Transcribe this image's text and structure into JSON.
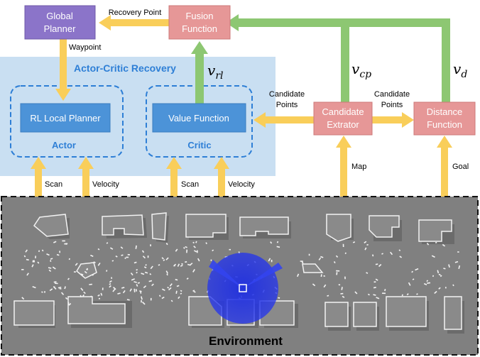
{
  "nodes": {
    "global_planner": {
      "line1": "Global",
      "line2": "Planner"
    },
    "fusion_function": {
      "line1": "Fusion",
      "line2": "Function"
    },
    "rl_local_planner": {
      "label": "RL Local Planner"
    },
    "value_function": {
      "label": "Value Function"
    },
    "candidate_extractor": {
      "line1": "Candidate",
      "line2": "Extrator"
    },
    "distance_function": {
      "line1": "Distance",
      "line2": "Function"
    }
  },
  "groups": {
    "recovery_panel": {
      "title": "Actor-Critic Recovery"
    },
    "actor": {
      "label": "Actor"
    },
    "critic": {
      "label": "Critic"
    },
    "environment": {
      "label": "Environment"
    }
  },
  "edge_labels": {
    "recovery_point": "Recovery Point",
    "waypoint": "Waypoint",
    "candidate_points_left": {
      "line1": "Candidate",
      "line2": "Points"
    },
    "candidate_points_right": {
      "line1": "Candidate",
      "line2": "Points"
    },
    "scan_actor": "Scan",
    "velocity_actor": "Velocity",
    "scan_critic": "Scan",
    "velocity_critic": "Velocity",
    "map": "Map",
    "goal": "Goal"
  },
  "math": {
    "v_rl": {
      "base": "v",
      "sub": "rl"
    },
    "v_cp": {
      "base": "v",
      "sub": "cp"
    },
    "v_d": {
      "base": "v",
      "sub": "d"
    }
  },
  "colors": {
    "purple_node": "#8b74c9",
    "pink_node": "#e69797",
    "blue_node": "#4c93d8",
    "panel": "#c9dff2",
    "title_blue": "#2e7fd6",
    "dashed_blue": "#2e7fd6",
    "yellow_arrow": "#f9ce5a",
    "green_arrow": "#8dc772",
    "environment_bg": "#808080"
  }
}
